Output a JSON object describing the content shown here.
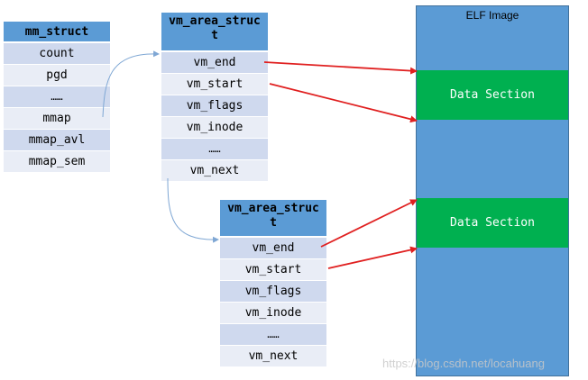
{
  "mm_struct": {
    "title": "mm_struct",
    "fields": [
      "count",
      "pgd",
      "……",
      "mmap",
      "mmap_avl",
      "mmap_sem"
    ]
  },
  "vm_area_struct_1": {
    "title": "vm_area_struc\nt",
    "fields": [
      "vm_end",
      "vm_start",
      "vm_flags",
      "vm_inode",
      "……",
      "vm_next"
    ]
  },
  "vm_area_struct_2": {
    "title": "vm_area_struc\nt",
    "fields": [
      "vm_end",
      "vm_start",
      "vm_flags",
      "vm_inode",
      "……",
      "vm_next"
    ]
  },
  "elf_image": {
    "title": "ELF Image",
    "sections": [
      "Data Section",
      "Data Section"
    ]
  },
  "watermark": "https://blog.csdn.net/locahuang",
  "colors": {
    "header": "#5b9bd5",
    "row_dark": "#cfd9ee",
    "row_light": "#e9edf6",
    "elf_fill": "#5b9bd5",
    "data_section": "#00b050",
    "pointer_arrow": "#e02020",
    "link_arrow": "#7fa7d4"
  }
}
